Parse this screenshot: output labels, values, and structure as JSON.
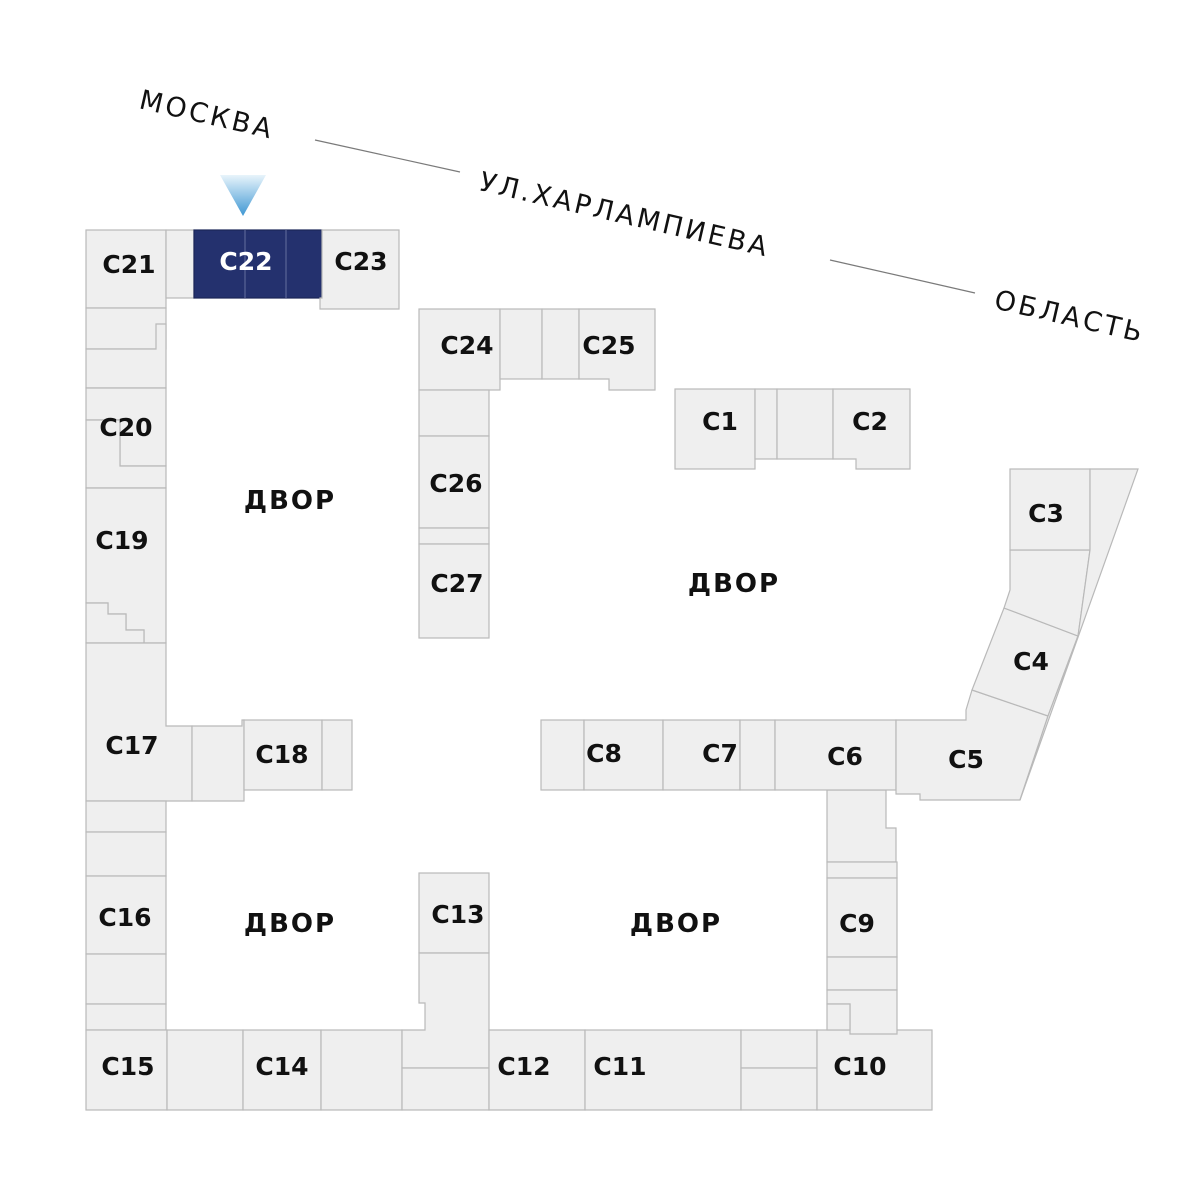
{
  "street": {
    "left": "МОСКВА",
    "middle": "УЛ.ХАРЛАМПИЕВА",
    "right": "ОБЛАСТЬ"
  },
  "yard_label": "ДВОР",
  "selected_section": "С22",
  "colors": {
    "section_fill": "#efefef",
    "section_stroke": "#b9b9b9",
    "selected_fill": "#24316e",
    "marker": "#4aa0d8"
  },
  "sections": {
    "c1": "С1",
    "c2": "С2",
    "c3": "С3",
    "c4": "С4",
    "c5": "С5",
    "c6": "С6",
    "c7": "С7",
    "c8": "С8",
    "c9": "С9",
    "c10": "С10",
    "c11": "С11",
    "c12": "С12",
    "c13": "С13",
    "c14": "С14",
    "c15": "С15",
    "c16": "С16",
    "c17": "С17",
    "c18": "С18",
    "c19": "С19",
    "c20": "С20",
    "c21": "С21",
    "c22": "С22",
    "c23": "С23",
    "c24": "С24",
    "c25": "С25",
    "c26": "С26",
    "c27": "С27"
  },
  "icons": {
    "marker": "triangle-down-marker-icon"
  }
}
